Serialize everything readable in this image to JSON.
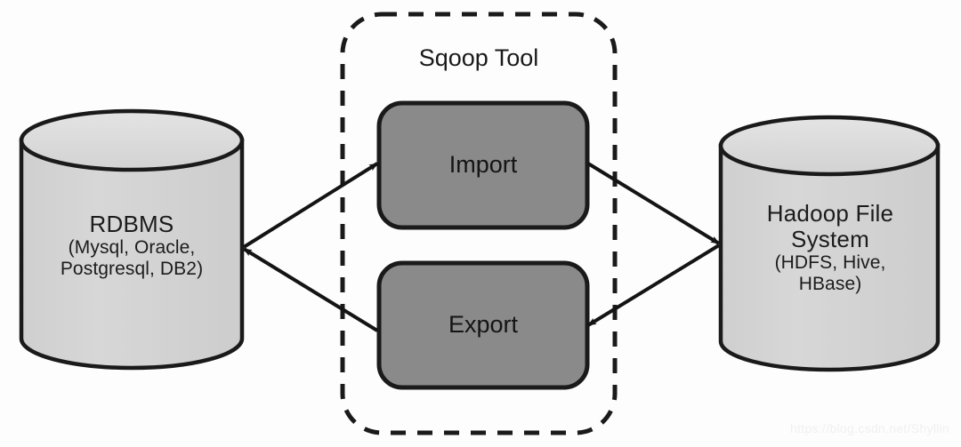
{
  "diagram": {
    "title": "Sqoop Tool",
    "type": "architecture-flow-diagram",
    "background_color": "#fdfdfd"
  },
  "boundary": {
    "label": "Sqoop Tool",
    "style": "dashed-rounded-rectangle",
    "stroke_color": "#1a1a1a"
  },
  "datastores": [
    {
      "id": "rdbms",
      "title": "RDBMS",
      "sub_lines": [
        "(Mysql, Oracle,",
        "Postgresql, DB2)"
      ],
      "shape": "cylinder",
      "fill_color": "#d4d4d4",
      "stroke_color": "#1a1a1a"
    },
    {
      "id": "hdfs",
      "title_lines": [
        "Hadoop File",
        "System"
      ],
      "title": "Hadoop File System",
      "sub_lines": [
        "(HDFS, Hive,",
        "HBase)"
      ],
      "shape": "cylinder",
      "fill_color": "#d4d4d4",
      "stroke_color": "#1a1a1a"
    }
  ],
  "processes": [
    {
      "id": "import",
      "label": "Import",
      "shape": "rounded-rectangle",
      "fill_color": "#8a8a8a",
      "stroke_color": "#1a1a1a"
    },
    {
      "id": "export",
      "label": "Export",
      "shape": "rounded-rectangle",
      "fill_color": "#8a8a8a",
      "stroke_color": "#1a1a1a"
    }
  ],
  "connections": [
    {
      "id": "rdbms-to-import",
      "from": "rdbms",
      "to": "import",
      "direction": "forward"
    },
    {
      "id": "import-to-hdfs",
      "from": "import",
      "to": "hdfs",
      "direction": "forward"
    },
    {
      "id": "hdfs-to-export",
      "from": "hdfs",
      "to": "export",
      "direction": "forward"
    },
    {
      "id": "export-to-rdbms",
      "from": "export",
      "to": "rdbms",
      "direction": "forward"
    }
  ],
  "watermark": {
    "text": "https://blog.csdn.net/Shyllin"
  }
}
